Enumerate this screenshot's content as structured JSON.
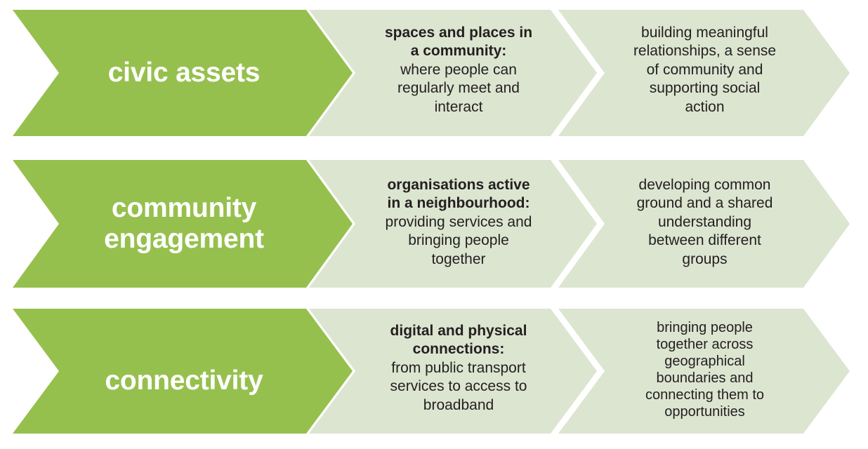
{
  "diagram": {
    "title": "civic assets, community engagement and connectivity chevron diagram",
    "colors": {
      "stage1_fill": "#96c04e",
      "stage2_fill": "#dce5d0",
      "stage3_fill": "#dce5d0",
      "stage1_text": "#ffffff",
      "body_text": "#231f20",
      "background": "#ffffff"
    },
    "rows": [
      {
        "id": "civic-assets",
        "stage1": {
          "lines": [
            "civic assets"
          ]
        },
        "stage2": {
          "lines": [
            {
              "text": "spaces and places in",
              "bold": true
            },
            {
              "text": "a community:",
              "bold": true
            },
            {
              "text": "where people can",
              "bold": false
            },
            {
              "text": "regularly meet and",
              "bold": false
            },
            {
              "text": "interact",
              "bold": false
            }
          ]
        },
        "stage3": {
          "lines": [
            {
              "text": "building meaningful",
              "bold": false
            },
            {
              "text": "relationships, a sense",
              "bold": false
            },
            {
              "text": "of community and",
              "bold": false
            },
            {
              "text": "supporting social",
              "bold": false
            },
            {
              "text": "action",
              "bold": false
            }
          ]
        }
      },
      {
        "id": "community-engagement",
        "stage1": {
          "lines": [
            "community",
            "engagement"
          ]
        },
        "stage2": {
          "lines": [
            {
              "text": "organisations active",
              "bold": true
            },
            {
              "text": "in a neighbourhood:",
              "bold": true
            },
            {
              "text": "providing services and",
              "bold": false
            },
            {
              "text": "bringing people",
              "bold": false
            },
            {
              "text": "together",
              "bold": false
            }
          ]
        },
        "stage3": {
          "lines": [
            {
              "text": "developing common",
              "bold": false
            },
            {
              "text": "ground and a shared",
              "bold": false
            },
            {
              "text": "understanding",
              "bold": false
            },
            {
              "text": "between different",
              "bold": false
            },
            {
              "text": "groups",
              "bold": false
            }
          ]
        }
      },
      {
        "id": "connectivity",
        "stage1": {
          "lines": [
            "connectivity"
          ]
        },
        "stage2": {
          "lines": [
            {
              "text": "digital and physical",
              "bold": true
            },
            {
              "text": "connections:",
              "bold": true
            },
            {
              "text": "from public transport",
              "bold": false
            },
            {
              "text": "services to access to",
              "bold": false
            },
            {
              "text": "broadband",
              "bold": false
            }
          ]
        },
        "stage3": {
          "lines": [
            {
              "text": "bringing people",
              "bold": false
            },
            {
              "text": "together across",
              "bold": false
            },
            {
              "text": "geographical",
              "bold": false
            },
            {
              "text": "boundaries and",
              "bold": false
            },
            {
              "text": "connecting them to",
              "bold": false
            },
            {
              "text": "opportunities",
              "bold": false
            }
          ]
        }
      }
    ]
  }
}
